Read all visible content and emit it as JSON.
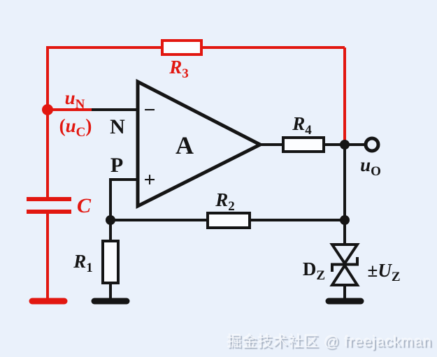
{
  "colors": {
    "background": "#eaf1fb",
    "wire_black": "#151515",
    "wire_red": "#e21710",
    "box_fill": "#fcfdff"
  },
  "labels": {
    "r3": {
      "base": "R",
      "sub": "3"
    },
    "un": {
      "base": "u",
      "sub": "N"
    },
    "uc": {
      "prefix": "(",
      "base": "u",
      "sub": "C",
      "suffix": ")"
    },
    "n_terminal": "N",
    "p_terminal": "P",
    "opamp": "A",
    "minus": "−",
    "plus": "+",
    "r4": {
      "base": "R",
      "sub": "4"
    },
    "uo": {
      "base": "u",
      "sub": "O"
    },
    "r2": {
      "base": "R",
      "sub": "2"
    },
    "r1": {
      "base": "R",
      "sub": "1"
    },
    "c": "C",
    "dz": {
      "base": "D",
      "sub": "Z"
    },
    "uz": {
      "pm": "±",
      "base": "U",
      "sub": "Z"
    }
  },
  "watermark": "掘金技术社区 @ freejackman"
}
